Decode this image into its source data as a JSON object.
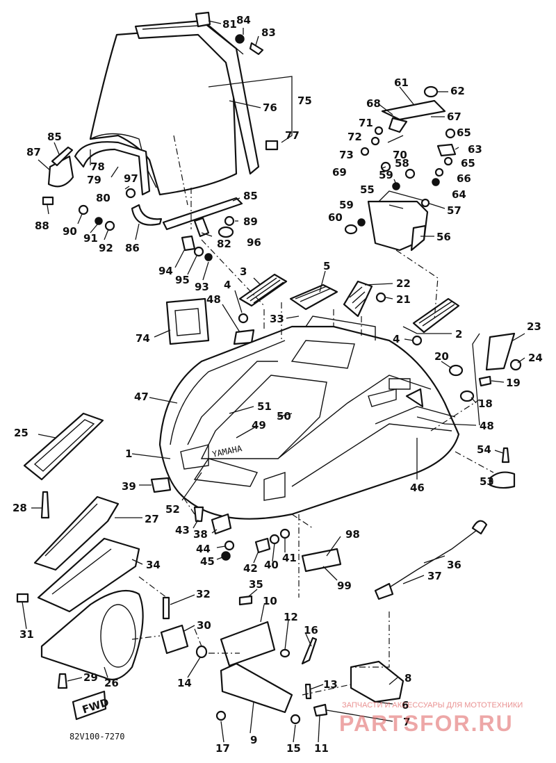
{
  "diagram": {
    "drawing_code": "82V100-7270",
    "watermark_small": "ЗАПЧАСТИ И АКСЕССУАРЫ ДЛЯ МОТОТЕХНИКИ",
    "watermark_large": "PARTSFOR.RU",
    "hood_brand": "YAMAHA",
    "fwd_label": "FWD",
    "callouts": [
      "81",
      "84",
      "83",
      "75",
      "76",
      "77",
      "85",
      "78",
      "79",
      "80",
      "97",
      "87",
      "88",
      "90",
      "91",
      "92",
      "86",
      "85",
      "89",
      "82",
      "96",
      "94",
      "95",
      "93",
      "61",
      "62",
      "68",
      "67",
      "71",
      "72",
      "70",
      "73",
      "65",
      "63",
      "69",
      "59",
      "58",
      "66",
      "65",
      "64",
      "55",
      "59",
      "57",
      "60",
      "56",
      "3",
      "5",
      "22",
      "4",
      "48",
      "33",
      "21",
      "74",
      "4",
      "2",
      "23",
      "24",
      "20",
      "19",
      "18",
      "47",
      "51",
      "50",
      "49",
      "48",
      "25",
      "1",
      "46",
      "54",
      "53",
      "39",
      "52",
      "28",
      "27",
      "43",
      "38",
      "98",
      "36",
      "44",
      "45",
      "42",
      "40",
      "41",
      "37",
      "34",
      "99",
      "31",
      "35",
      "32",
      "10",
      "30",
      "12",
      "16",
      "14",
      "29",
      "26",
      "8",
      "13",
      "6",
      "7",
      "9",
      "17",
      "15",
      "11"
    ]
  }
}
